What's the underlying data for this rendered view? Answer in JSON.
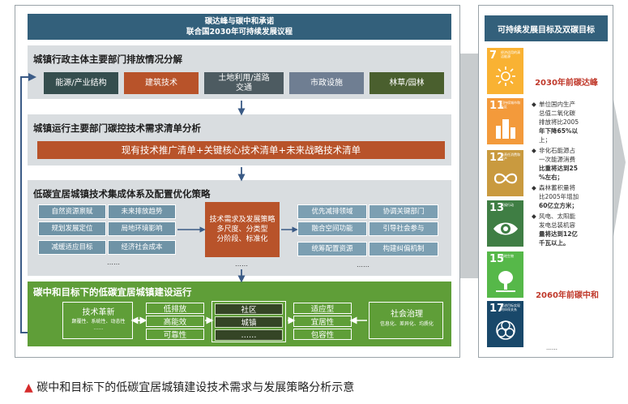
{
  "top_banner": {
    "line1": "碳达峰与碳中和承诺",
    "line2": "联合国2030年可持续发展议程"
  },
  "panel1": {
    "title": "城镇行政主体主要部门排放情况分解",
    "boxes": [
      "能源/产业结构",
      "建筑技术",
      "土地利用/道路交通",
      "市政设施",
      "林草/园林"
    ],
    "box_colors": [
      "#354e4e",
      "#b8532a",
      "#4d5b61",
      "#6f7e92",
      "#4a5f2e"
    ]
  },
  "panel2": {
    "title": "城镇运行主要部门碳控技术需求清单分析",
    "bar": "现有技术推广清单+关键核心技术清单+未来战略技术清单"
  },
  "panel3": {
    "title": "低碳宜居城镇技术集成体系及配置优化策略",
    "left": [
      "自然资源禀赋",
      "未来排放趋势",
      "规划发展定位",
      "局地环境影响",
      "减缓适应目标",
      "经济社会成本"
    ],
    "center": {
      "line1": "技术需求及发展策略",
      "line2": "多尺度、分类型",
      "line3": "分阶段、标准化"
    },
    "right": [
      "优先减排领域",
      "协调关键部门",
      "融合空间功能",
      "引导社会参与",
      "统筹配置资源",
      "构建纠偏机制"
    ],
    "ellipsis": "……"
  },
  "panel4": {
    "title": "碳中和目标下的低碳宜居城镇建设运行",
    "tech_title": "技术革新",
    "tech_sub": "颠覆性、系统性、动态性",
    "low": [
      "低排放",
      "高能效",
      "可靠性"
    ],
    "scale": [
      "社区",
      "城镇",
      "……"
    ],
    "adapt": [
      "适应型",
      "宜居性",
      "包容性"
    ],
    "gov_title": "社会治理",
    "gov_sub": "信息化、差异化、均质化",
    "ellipsis": "……"
  },
  "right_panel": {
    "title": "可持续发展目标及双碳目标",
    "sdgs": [
      {
        "num": "7",
        "label": "经济适用的清洁能源",
        "color": "#f9b233"
      },
      {
        "num": "11",
        "label": "可持续城市和社区",
        "color": "#f39a3b"
      },
      {
        "num": "12",
        "label": "负责任消费和生产",
        "color": "#c99a3f"
      },
      {
        "num": "13",
        "label": "气候行动",
        "color": "#3f7e44"
      },
      {
        "num": "15",
        "label": "陆地生物",
        "color": "#56b849"
      },
      {
        "num": "17",
        "label": "促进目标实现的伙伴关系",
        "color": "#19486a"
      }
    ],
    "peak": "2030年前碳达峰",
    "bullet1": [
      "单位国内生产",
      "总值二氧化碳",
      "排放将比2005",
      "年下降65%以",
      "上；"
    ],
    "bullet2": [
      "非化石能源占",
      "一次能源消费",
      "比重将达到25",
      "%左右；"
    ],
    "bullet3": [
      "森林蓄积量将",
      "比2005年增加",
      "60亿立方米；"
    ],
    "bullet4": [
      "风电、太阳能",
      "发电总装机容",
      "量将达到12亿",
      "千瓦以上。"
    ],
    "neutral": "2060年前碳中和",
    "ellipsis": "……"
  },
  "caption": {
    "marker": "▲",
    "text": "碳中和目标下的低碳宜居城镇建设技术需求与发展策略分析示意"
  }
}
